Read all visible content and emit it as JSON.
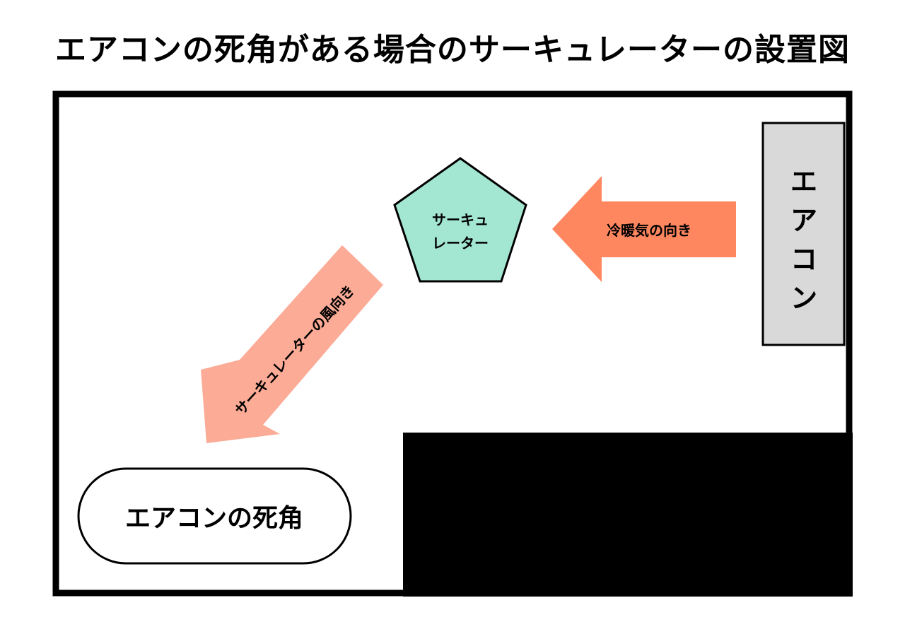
{
  "title": "エアコンの死角がある場合のサーキュレーターの設置図",
  "aircon": {
    "label_chars": [
      "エ",
      "ア",
      "コ",
      "ン"
    ]
  },
  "circulator": {
    "label_line1": "サーキュ",
    "label_line2": "レーター"
  },
  "arrows": {
    "aircon_air_label": "冷暖気の向き",
    "circulator_wind_label": "サーキュレーターの風向き"
  },
  "blind_spot": {
    "label": "エアコンの死角"
  },
  "colors": {
    "aircon_box": "#d9d9d9",
    "circulator": "#a3e6d2",
    "aircon_arrow": "#ff8760",
    "circulator_arrow": "#fcab96",
    "room_wall": "#000000",
    "obstacle": "#000000"
  }
}
